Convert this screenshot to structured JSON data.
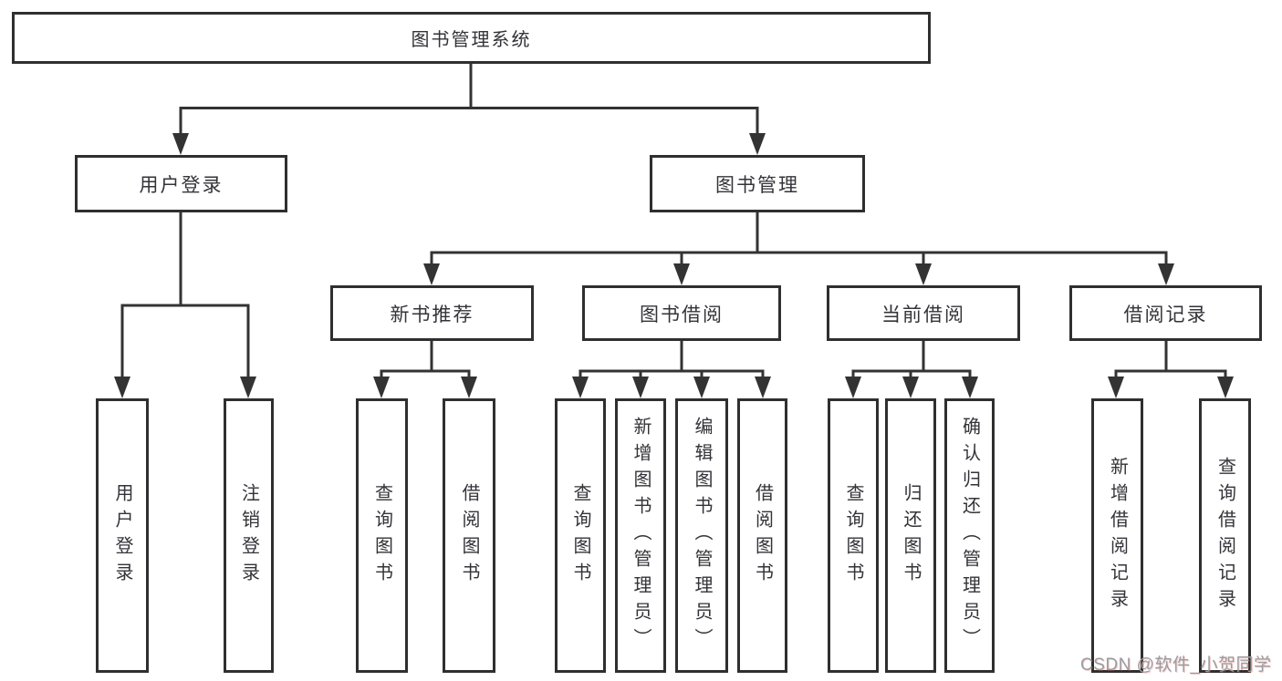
{
  "nodes": {
    "root": "图书管理系统",
    "user_login": "用户登录",
    "book_mgmt": "图书管理",
    "new_book_rec": "新书推荐",
    "book_borrow": "图书借阅",
    "current_borrow": "当前借阅",
    "borrow_records": "借阅记录",
    "leaf_user_login": "用户登录",
    "leaf_logout": "注销登录",
    "leaf_rec_query_book": "查询图书",
    "leaf_rec_borrow_book": "借阅图书",
    "leaf_bb_query_book": "查询图书",
    "leaf_bb_add_book": "新增图书（管理员）",
    "leaf_bb_edit_book": "编辑图书（管理员）",
    "leaf_bb_borrow_book": "借阅图书",
    "leaf_cb_query_book": "查询图书",
    "leaf_cb_return_book": "归还图书",
    "leaf_cb_confirm_return": "确认归还（管理员）",
    "leaf_br_add_record": "新增借阅记录",
    "leaf_br_query_record": "查询借阅记录"
  },
  "watermark": {
    "text": "CSDN @软件_小贺同学"
  },
  "colors": {
    "line": "#333333",
    "border": "#2f2f2f",
    "text": "#333339",
    "watermark": "#9c9ca1",
    "background": "#ffffff"
  }
}
